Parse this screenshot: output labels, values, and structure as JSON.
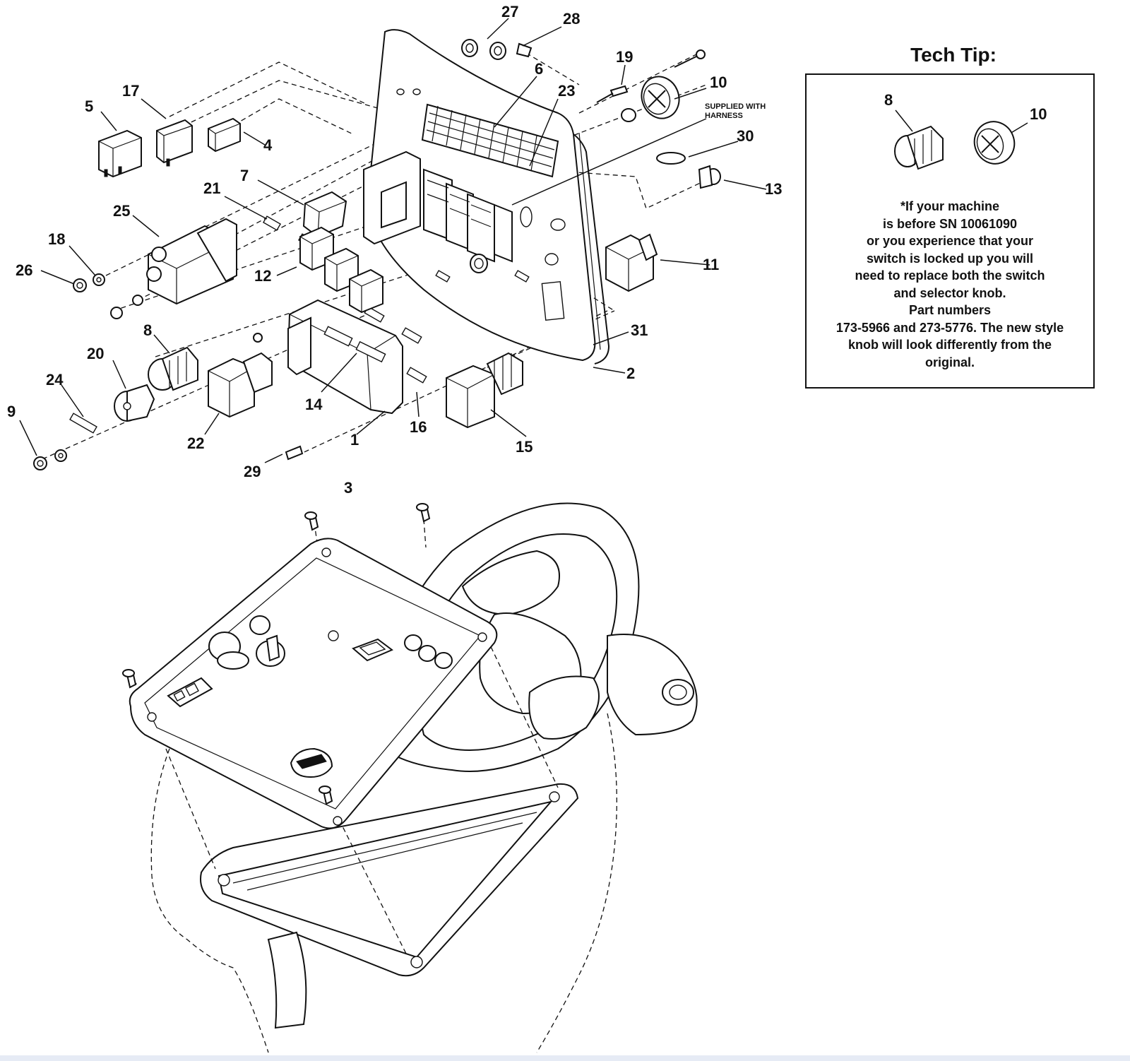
{
  "callouts": {
    "c1": "1",
    "c2": "2",
    "c3": "3",
    "c4": "4",
    "c5": "5",
    "c6": "6",
    "c7": "7",
    "c8": "8",
    "c9": "9",
    "c10": "10",
    "c11": "11",
    "c12": "12",
    "c13": "13",
    "c14": "14",
    "c15": "15",
    "c16": "16",
    "c17": "17",
    "c18": "18",
    "c19": "19",
    "c20": "20",
    "c21": "21",
    "c22": "22",
    "c23": "23",
    "c24": "24",
    "c25": "25",
    "c26": "26",
    "c27": "27",
    "c28": "28",
    "c29": "29",
    "c30": "30",
    "c31": "31"
  },
  "harness_note": {
    "line1": "SUPPLIED WITH",
    "line2": "HARNESS"
  },
  "tech_tip": {
    "title": "Tech Tip:",
    "callout_switch": "8",
    "callout_knob": "10",
    "body": "*If your machine\nis before SN 10061090\nor you experience that your\nswitch is locked up you will\nneed to replace both the switch\nand selector knob.\nPart numbers\n173-5966 and 273-5776. The new style\nknob will look differently from the\noriginal."
  }
}
